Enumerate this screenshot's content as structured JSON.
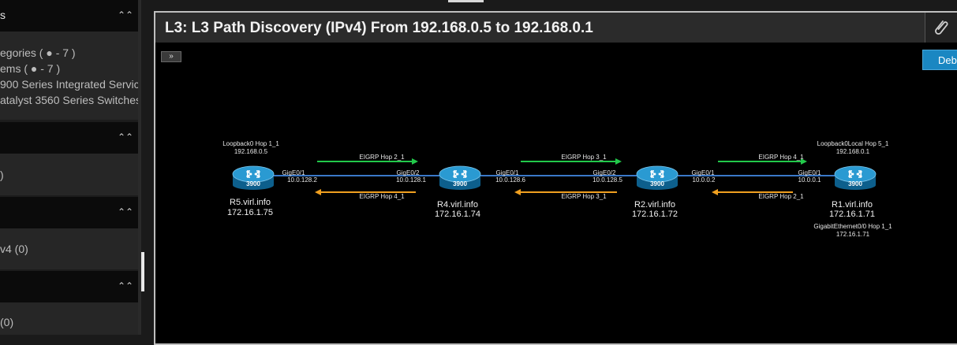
{
  "sidebar": {
    "sections": [
      {
        "title": "s",
        "lines": [
          "egories ( ● - 7 )",
          "ems ( ● - 7 )",
          "900 Series Integrated Service",
          "atalyst 3560 Series Switches"
        ]
      },
      {
        "title": "",
        "lines": [
          ")"
        ]
      },
      {
        "title": "",
        "lines": [
          "v4 (0)"
        ]
      },
      {
        "title": "",
        "lines": [
          "(0)"
        ]
      }
    ]
  },
  "panel": {
    "title": "L3: L3 Path Discovery (IPv4) From 192.168.0.5 to 192.168.0.1",
    "expand_label": "»",
    "debug_label": "Debu"
  },
  "topology": {
    "routers": [
      {
        "model": "3900",
        "name": "R5.virl.info",
        "ip": "172.16.1.75",
        "loop_label": "Loopback0 Hop 1_1",
        "loop_ip": "192.168.0.5"
      },
      {
        "model": "3900",
        "name": "R4.virl.info",
        "ip": "172.16.1.74"
      },
      {
        "model": "3900",
        "name": "R2.virl.info",
        "ip": "172.16.1.72"
      },
      {
        "model": "3900",
        "name": "R1.virl.info",
        "ip": "172.16.1.71",
        "loop_label": "Loopback0Local Hop 5_1",
        "loop_ip": "192.168.0.1",
        "mgmt_label": "GigabitEthernet0/0 Hop 1_1",
        "mgmt_ip": "172.16.1.71"
      }
    ],
    "links": [
      {
        "a_if": "GigE0/1",
        "a_ip": "10.0.128.2",
        "b_if": "GigE0/2",
        "b_ip": "10.0.128.1",
        "fwd": "EIGRP Hop 2_1",
        "rev": "EIGRP Hop 4_1"
      },
      {
        "a_if": "GigE0/1",
        "a_ip": "10.0.128.6",
        "b_if": "GigE0/2",
        "b_ip": "10.0.128.5",
        "fwd": "EIGRP Hop 3_1",
        "rev": "EIGRP Hop 3_1"
      },
      {
        "a_if": "GigE0/1",
        "a_ip": "10.0.0.2",
        "b_if": "GigE0/1",
        "b_ip": "10.0.0.1",
        "fwd": "EIGRP Hop 4_1",
        "rev": "EIGRP Hop 2_1"
      }
    ],
    "colors": {
      "link": "#3a78c8",
      "forward": "#22c94a",
      "reverse": "#f0a020",
      "router": "#1f8fc6"
    }
  }
}
